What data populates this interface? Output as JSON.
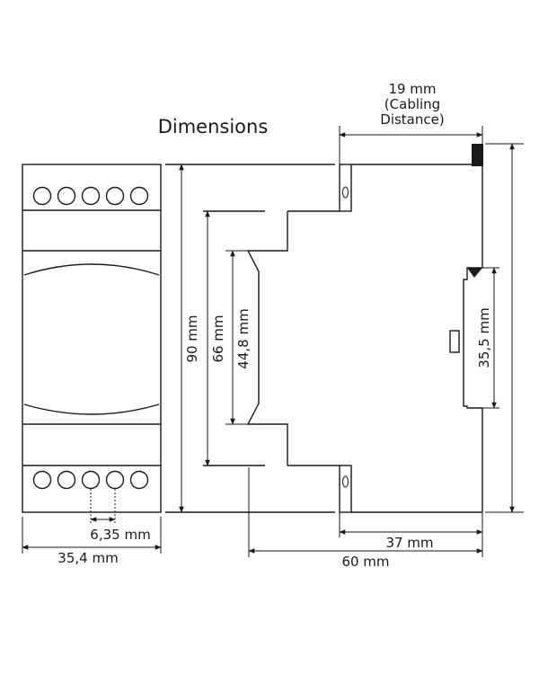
{
  "title": "Dimensions",
  "dimensions": {
    "cabling_line1": "19 mm",
    "cabling_line2": "(Cabling",
    "cabling_line3": "Distance)",
    "height_total": "90 mm",
    "height_mid": "66 mm",
    "height_inner": "44,8 mm",
    "rail": "35,5 mm",
    "pitch": "6,35 mm",
    "width_front": "35,4 mm",
    "depth_body": "37 mm",
    "depth_total": "60 mm"
  },
  "colors": {
    "ink": "#1a1a1a",
    "background": "#ffffff"
  }
}
